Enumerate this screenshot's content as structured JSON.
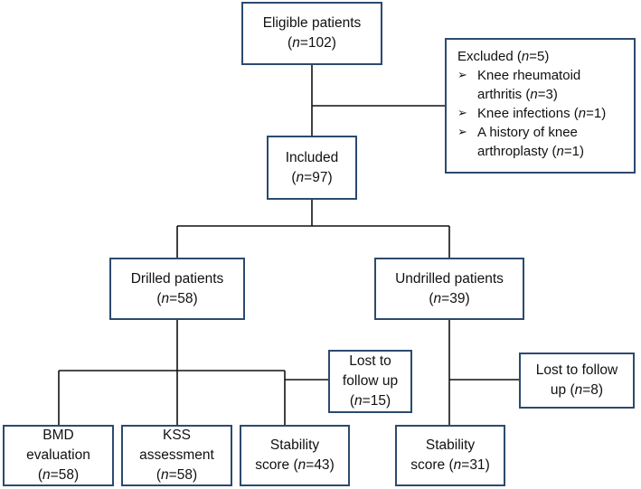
{
  "nodes": {
    "eligible": {
      "label": "Eligible patients",
      "n": "102"
    },
    "excluded": {
      "label": "Excluded",
      "n": "5",
      "reasons": [
        {
          "line1": "Knee rheumatoid",
          "line2": "arthritis",
          "n": "3"
        },
        {
          "line1": "Knee infections",
          "line2": "",
          "n": "1"
        },
        {
          "line1": "A history of knee",
          "line2": "arthroplasty",
          "n": "1"
        }
      ]
    },
    "included": {
      "label": "Included",
      "n": "97"
    },
    "drilled": {
      "label": "Drilled patients",
      "n": "58"
    },
    "undrilled": {
      "label": "Undrilled patients",
      "n": "39"
    },
    "lost_drilled": {
      "line1": "Lost to",
      "line2": "follow up",
      "n": "15"
    },
    "lost_undrilled": {
      "line1": "Lost to follow",
      "line2": "up",
      "n": "8"
    },
    "bmd": {
      "line1": "BMD",
      "line2": "evaluation",
      "n": "58"
    },
    "kss": {
      "line1": "KSS",
      "line2": "assessment",
      "n": "58"
    },
    "stability_drilled": {
      "line1": "Stability",
      "line2": "score",
      "n": "43"
    },
    "stability_undrilled": {
      "line1": "Stability",
      "line2": "score",
      "n": "31"
    }
  }
}
